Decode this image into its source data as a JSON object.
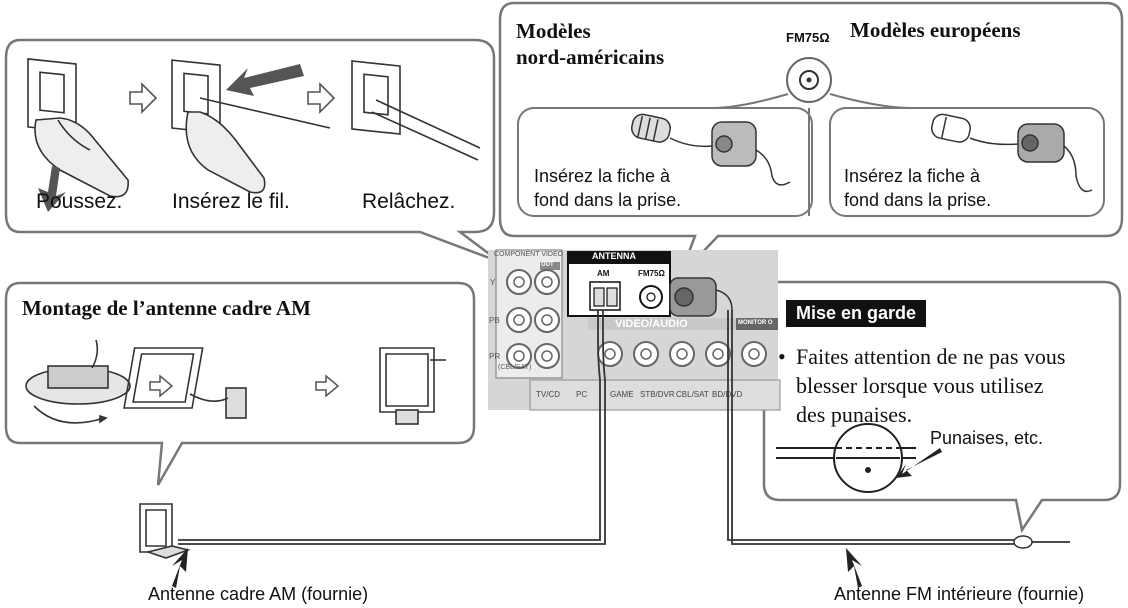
{
  "wire_panel": {
    "step_push": "Poussez.",
    "step_insert": "Insérez le fil.",
    "step_release": "Relâchez."
  },
  "fm_panel": {
    "north_american": "Modèles\nnord-américains",
    "european": "Modèles européens",
    "socket_label": "FM75Ω",
    "insert_na": "Insérez la fiche à\nfond dans la prise.",
    "insert_eu": "Insérez la fiche à\nfond dans la prise."
  },
  "am_panel": {
    "title": "Montage de l’antenne cadre AM"
  },
  "caution_panel": {
    "badge": "Mise en garde",
    "bullet": "•",
    "text": "Faites attention de ne pas vous\nblesser lorsque vous utilisez\ndes punaises.",
    "pins_label": "Punaises, etc."
  },
  "receiver": {
    "antenna": "ANTENNA",
    "am": "AM",
    "fm": "FM75Ω",
    "component_video": "COMPONENT VIDEO",
    "video_audio": "VIDEO/AUDIO",
    "monitor_out": "MONITOR O",
    "out": "OUT",
    "cbl_sat": "(CBL/SAT)",
    "y": "Y",
    "pb": "PB",
    "pr": "PR",
    "inputs": [
      "TV/CD",
      "PC",
      "GAME",
      "STB/DVR",
      "CBL/SAT",
      "BD/DVD"
    ]
  },
  "labels": {
    "am_antenna": "Antenne cadre AM (fournie)",
    "fm_antenna": "Antenne FM intérieure (fournie)"
  }
}
